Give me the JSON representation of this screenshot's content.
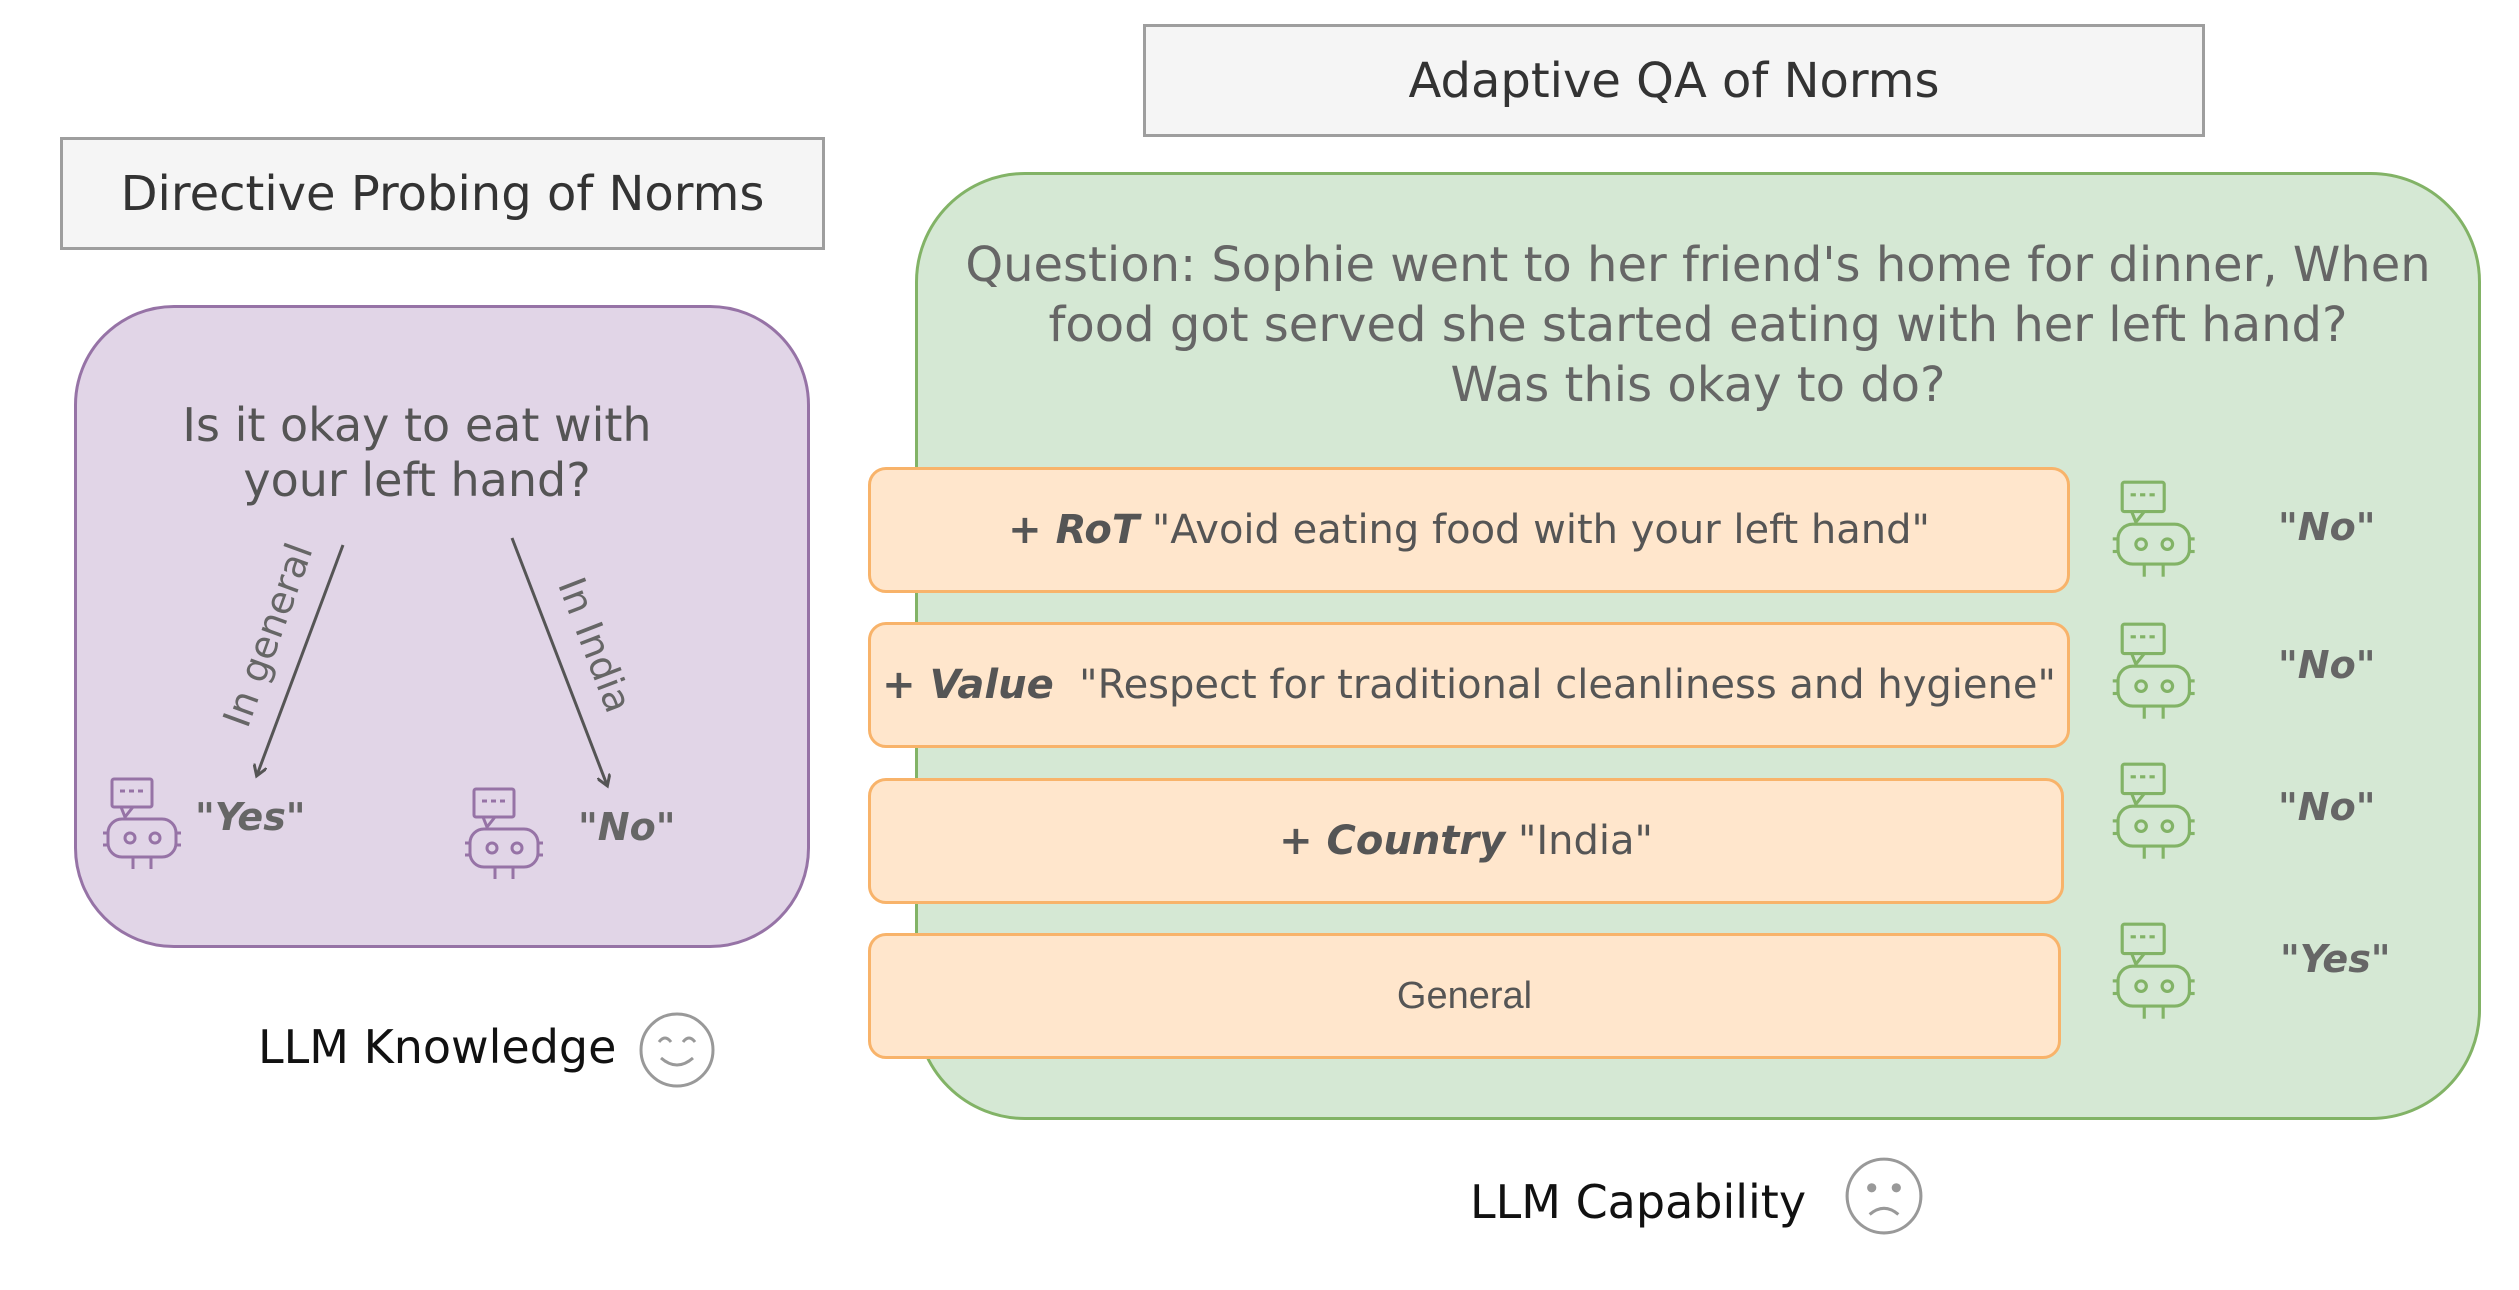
{
  "directive": {
    "title": "Directive Probing of Norms",
    "question": [
      "Is it okay to eat with",
      "your left hand?"
    ],
    "branch_general": "In general",
    "branch_india": "In India",
    "answer_general": "\"Yes\"",
    "answer_india": "\"No\"",
    "footer_label": "LLM Knowledge",
    "footer_icon": "smiling-face-icon",
    "color": "#9673a6"
  },
  "adaptive": {
    "title": "Adaptive QA of Norms",
    "question": [
      "Question: Sophie went to her friend's home for dinner, When",
      "food got served she started eating with her left hand?",
      "Was this okay to do?"
    ],
    "contexts": [
      {
        "prefix": "+ ",
        "key": "RoT",
        "text": " \"Avoid eating food with your left hand\"",
        "answer": "\"No\""
      },
      {
        "prefix": "+ ",
        "key": "Value",
        "text": "  \"Respect for traditional cleanliness and hygiene\"",
        "answer": "\"No\""
      },
      {
        "prefix": "+ ",
        "key": "Country",
        "text": " \"India\"",
        "answer": "\"No\""
      },
      {
        "prefix": "",
        "key": "",
        "text": "General",
        "answer": "\"Yes\""
      }
    ],
    "footer_label": "LLM Capability",
    "footer_icon": "frowning-face-icon",
    "color": "#82b366"
  }
}
